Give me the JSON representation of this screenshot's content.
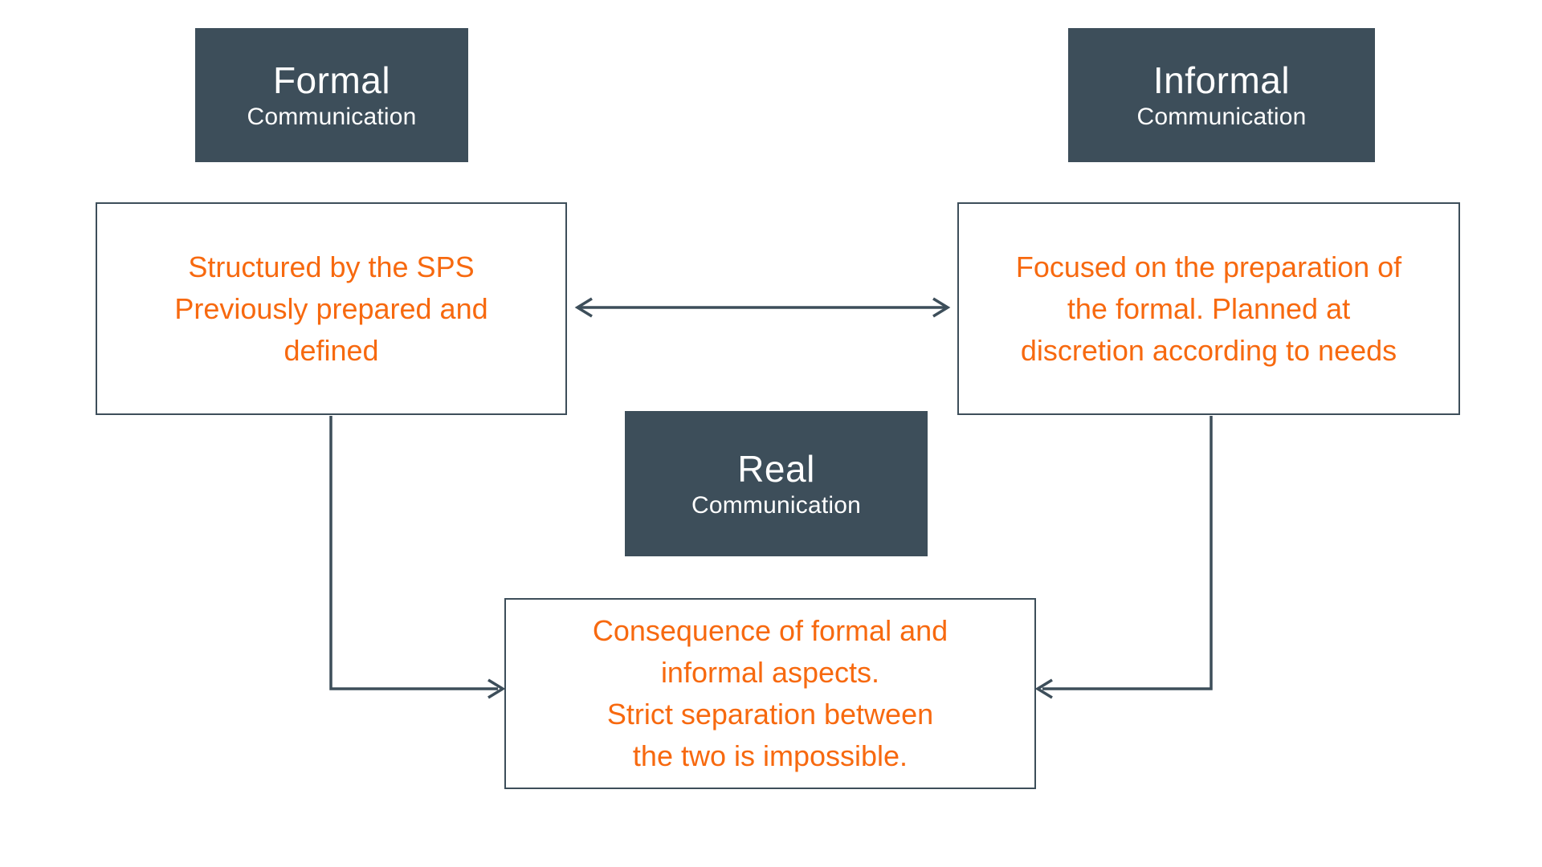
{
  "colors": {
    "slate": "#3D4E5A",
    "orange": "#F7690F",
    "box_border": "#3D4E5A",
    "background": "#FFFFFF",
    "title_text": "#FFFFFF"
  },
  "boxes": {
    "formal": {
      "title": "Formal",
      "subtitle": "Communication"
    },
    "informal": {
      "title": "Informal",
      "subtitle": "Communication"
    },
    "real": {
      "title": "Real",
      "subtitle": "Communication"
    },
    "formal_description": {
      "lines": [
        "Structured by the SPS",
        "Previously prepared and",
        "defined"
      ]
    },
    "informal_description": {
      "lines": [
        "Focused on the preparation of",
        "the formal. Planned at",
        "discretion according to needs"
      ]
    },
    "real_description": {
      "lines": [
        "Consequence of formal and",
        "informal aspects.",
        "Strict separation between",
        "the two is impossible."
      ]
    }
  }
}
